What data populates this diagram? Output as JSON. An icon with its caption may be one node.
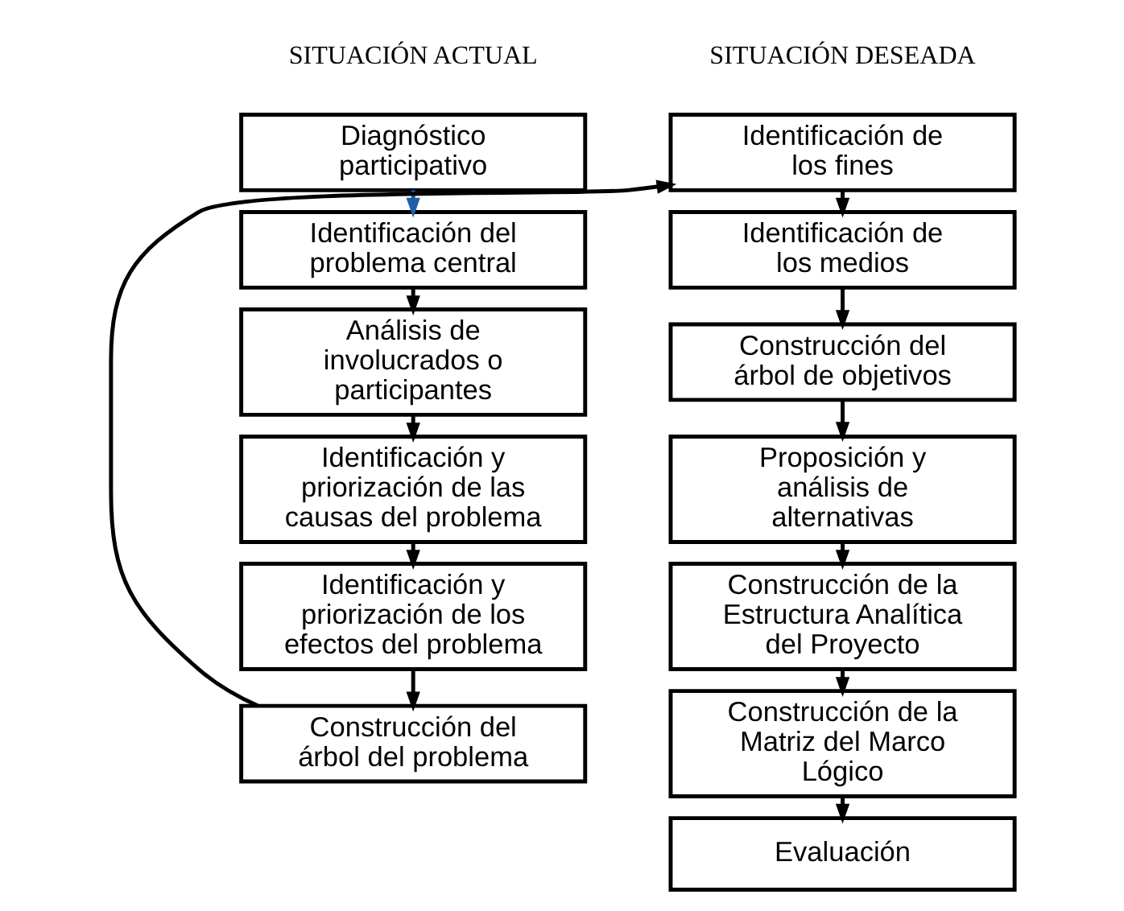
{
  "diagram": {
    "nodes": [
      {
        "text": [
          "Diagnóstico participativo"
        ]
      },
      {
        "text": [
          "Identificación del problema central"
        ]
      },
      {
        "text": [
          "Análisis de involucrados o participantes"
        ]
      },
      {
        "text": [
          "Identificación y priorización de las causas del problema"
        ]
      },
      {
        "text": [
          "Identificación y priorización de los efectos del problema"
        ]
      },
      {
        "text": [
          "Construcción del árbol del problema"
        ]
      },
      {
        "text": [
          "Identificación de los fines"
        ]
      },
      {
        "text": [
          "Identificación de los medios"
        ]
      },
      {
        "text": [
          "Construcción del árbol de objetivos"
        ]
      },
      {
        "text": [
          "Proposición y análisis de alternativas"
        ]
      },
      {
        "text": [
          "Construcción de la Estructura Analítica del Proyecto"
        ]
      },
      {
        "text": [
          "Construcción de la Matriz del Marco Lógico"
        ]
      },
      {
        "text": [
          "Evaluación"
        ]
      }
    ],
    "edges": [
      {
        "from": 0,
        "to": 1,
        "arrow": "to",
        "color": "#1f5fa8"
      },
      {
        "from": 1,
        "to": 2,
        "arrow": "to"
      },
      {
        "from": 2,
        "to": 3,
        "arrow": "to"
      },
      {
        "from": 3,
        "to": 4,
        "arrow": "to"
      },
      {
        "from": 4,
        "to": 5,
        "arrow": "to"
      },
      {
        "from": 5,
        "to": 6,
        "arrow": "to"
      },
      {
        "from": 6,
        "to": 7,
        "arrow": "to"
      },
      {
        "from": 7,
        "to": 8,
        "arrow": "to"
      },
      {
        "from": 8,
        "to": 9,
        "arrow": "to"
      },
      {
        "from": 9,
        "to": 10,
        "arrow": "to"
      },
      {
        "from": 10,
        "to": 11,
        "arrow": "to"
      },
      {
        "from": 11,
        "to": 12,
        "arrow": "to"
      }
    ],
    "labels": [
      "SITUACIÓN ACTUAL",
      "SITUACIÓN DESEADA"
    ]
  }
}
